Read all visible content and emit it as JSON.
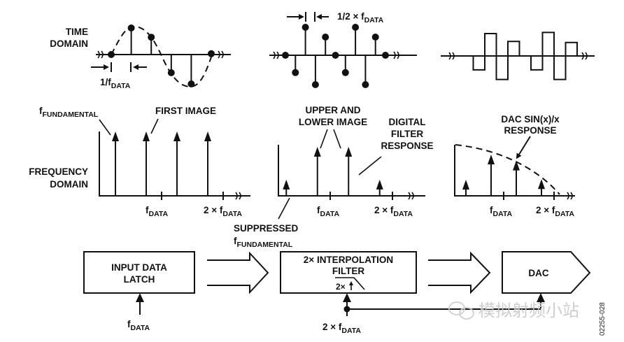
{
  "row_labels": {
    "time_line1": "TIME",
    "time_line2": "DOMAIN",
    "freq_line1": "FREQUENCY",
    "freq_line2": "DOMAIN"
  },
  "time_domain": {
    "panel1": {
      "period_label_main": "1/f",
      "period_label_sub": "DATA",
      "samples": [
        0,
        0.95,
        0.62,
        -0.65,
        -1.05,
        0.03
      ]
    },
    "panel2": {
      "period_label_main": "1/2 × f",
      "period_label_sub": "DATA",
      "samples": [
        0,
        -0.62,
        1.0,
        -1.05,
        0.65,
        0,
        -0.62,
        1.0,
        -1.05,
        0.65,
        0
      ]
    },
    "panel3": {
      "description": "zero-order-hold staircase output",
      "levels": [
        0,
        -0.62,
        1.0,
        -1.05,
        0.65,
        0,
        -0.62,
        1.05,
        -1.05,
        0.6,
        0
      ]
    }
  },
  "frequency_domain": {
    "panel1": {
      "fundamental_main": "f",
      "fundamental_sub": "FUNDAMENTAL",
      "first_image": "FIRST IMAGE",
      "tick1_main": "f",
      "tick1_sub": "DATA",
      "tick2_main": "2 × f",
      "tick2_sub": "DATA",
      "tones_x": [
        0.25,
        0.75,
        1.25,
        1.75
      ],
      "tones_amp": [
        1,
        1,
        1,
        1
      ]
    },
    "panel2": {
      "images_line1": "UPPER AND",
      "images_line2": "LOWER IMAGE",
      "filter_line1": "DIGITAL",
      "filter_line2": "FILTER",
      "filter_line3": "RESPONSE",
      "suppressed_line1": "SUPPRESSED",
      "suppressed_main": "f",
      "suppressed_sub": "FUNDAMENTAL",
      "tick1_main": "f",
      "tick1_sub": "DATA",
      "tick2_main": "2 × f",
      "tick2_sub": "DATA",
      "tones_x": [
        0.25,
        0.75,
        1.25,
        1.75
      ],
      "tones_amp": [
        0.33,
        1,
        1,
        0.33
      ]
    },
    "panel3": {
      "sinc_line1": "DAC SIN(x)/x",
      "sinc_line2": "RESPONSE",
      "tick1_main": "f",
      "tick1_sub": "DATA",
      "tick2_main": "2 × f",
      "tick2_sub": "DATA",
      "tones_x": [
        0.25,
        0.75,
        1.25,
        1.75
      ],
      "tones_amp": [
        0.32,
        0.82,
        0.7,
        0.33
      ]
    }
  },
  "blocks": {
    "latch_line1": "INPUT DATA",
    "latch_line2": "LATCH",
    "latch_clock_main": "f",
    "latch_clock_sub": "DATA",
    "filter_line1": "2× INTERPOLATION",
    "filter_line2": "FILTER",
    "filter_symbol": "2×",
    "filter_clock_main": "2 × f",
    "filter_clock_sub": "DATA",
    "dac_label": "DAC"
  },
  "watermark": "模拟射频小站",
  "figure_id": "02255-028"
}
